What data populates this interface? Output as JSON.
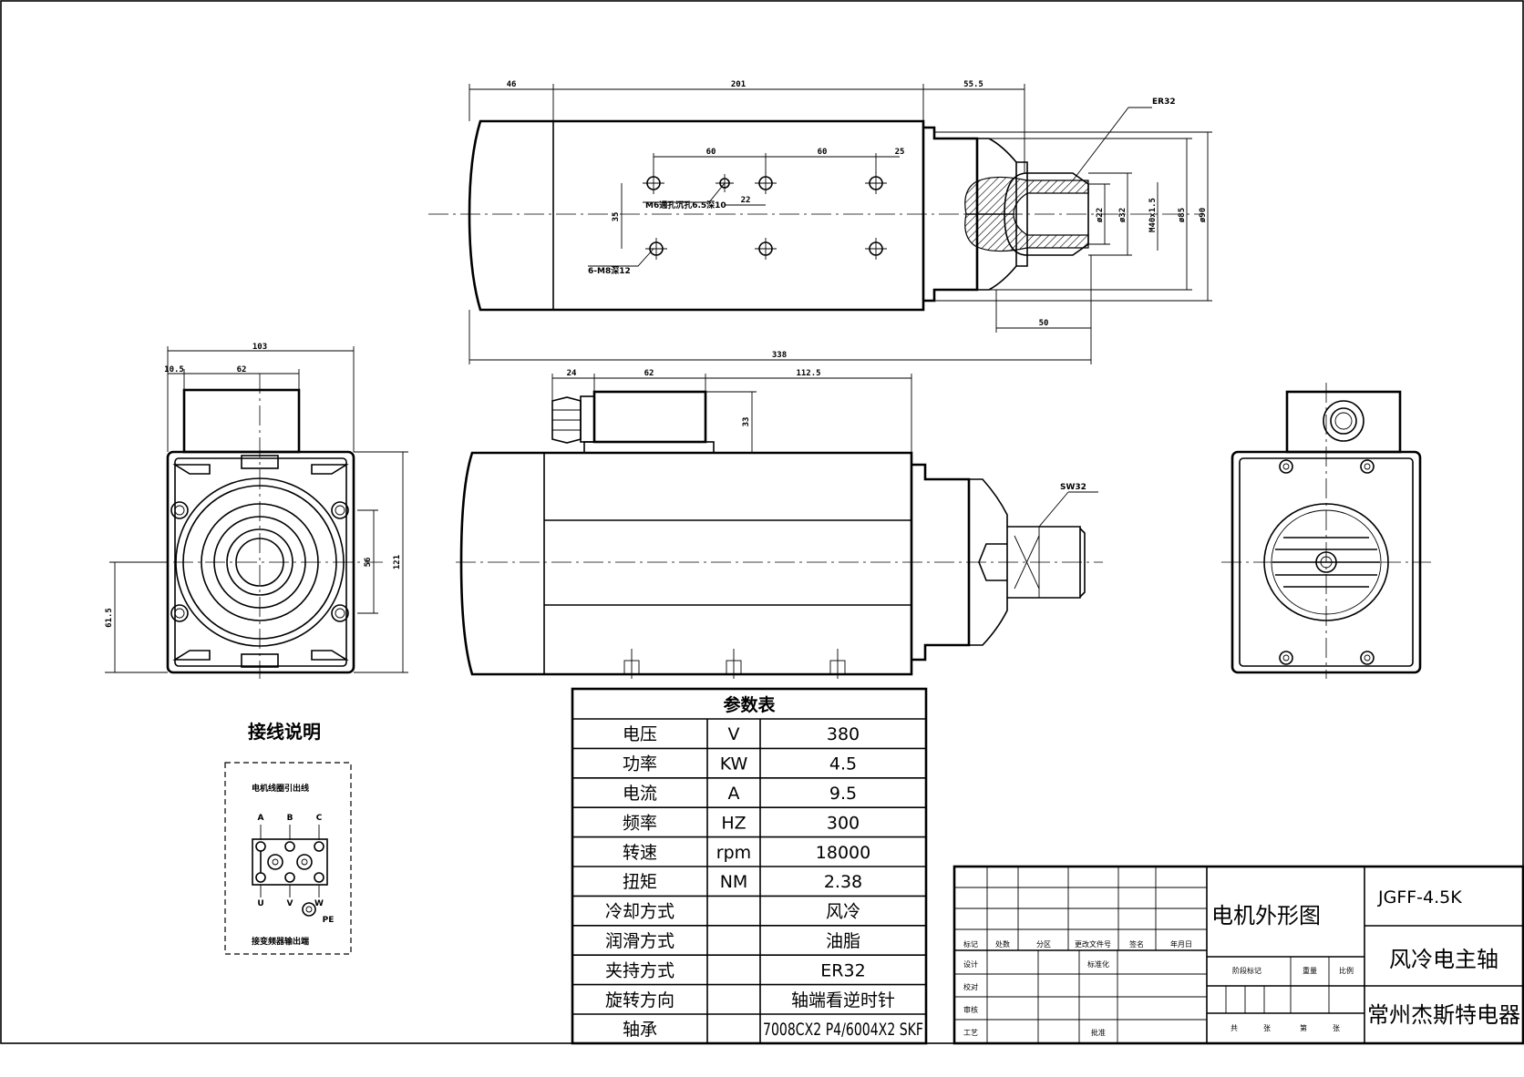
{
  "wiring": {
    "title": "接线说明",
    "coil_label": "电机线圈引出线",
    "output_label": "接变频器输出端",
    "top_terminals": [
      "A",
      "B",
      "C"
    ],
    "bottom_terminals": [
      "U",
      "V",
      "W"
    ],
    "ground": "PE"
  },
  "dimensions": {
    "top_view": [
      "46",
      "201",
      "55.5",
      "60",
      "60",
      "25",
      "22",
      "35",
      "50",
      "338",
      "ø22",
      "ø32",
      "M40x1.5",
      "ø85",
      "ø90"
    ],
    "end_view": [
      "103",
      "10.5",
      "62",
      "56",
      "121",
      "61.5"
    ],
    "side_view": [
      "24",
      "62",
      "112.5",
      "33"
    ]
  },
  "callouts": {
    "collet": "ER32",
    "wrench": "SW32",
    "tap_hole": "M6通孔沉孔6.5深10",
    "thread_holes": "6-M8深12"
  },
  "params": {
    "title": "参数表",
    "rows": [
      {
        "name": "电压",
        "unit": "V",
        "value": "380"
      },
      {
        "name": "功率",
        "unit": "KW",
        "value": "4.5"
      },
      {
        "name": "电流",
        "unit": "A",
        "value": "9.5"
      },
      {
        "name": "频率",
        "unit": "HZ",
        "value": "300"
      },
      {
        "name": "转速",
        "unit": "rpm",
        "value": "18000"
      },
      {
        "name": "扭矩",
        "unit": "NM",
        "value": "2.38"
      },
      {
        "name": "冷却方式",
        "unit": "",
        "value": "风冷"
      },
      {
        "name": "润滑方式",
        "unit": "",
        "value": "油脂"
      },
      {
        "name": "夹持方式",
        "unit": "",
        "value": "ER32"
      },
      {
        "name": "旋转方向",
        "unit": "",
        "value": "轴端看逆时针"
      },
      {
        "name": "轴承",
        "unit": "",
        "value": "7008CX2 P4/6004X2 SKF"
      }
    ]
  },
  "title_block": {
    "drawing_name": "电机外形图",
    "model": "JGFF-4.5K",
    "product": "风冷电主轴",
    "company": "常州杰斯特电器",
    "revision_headers": [
      "标记",
      "处数",
      "分区",
      "更改文件号",
      "签名",
      "年月日"
    ],
    "roles": [
      "设计",
      "校对",
      "审核",
      "工艺"
    ],
    "role_right": [
      "标准化",
      "批准"
    ],
    "stage_headers": [
      "阶段标记",
      "重量",
      "比例"
    ],
    "sheet_text": [
      "共",
      "张",
      "第",
      "张"
    ]
  }
}
